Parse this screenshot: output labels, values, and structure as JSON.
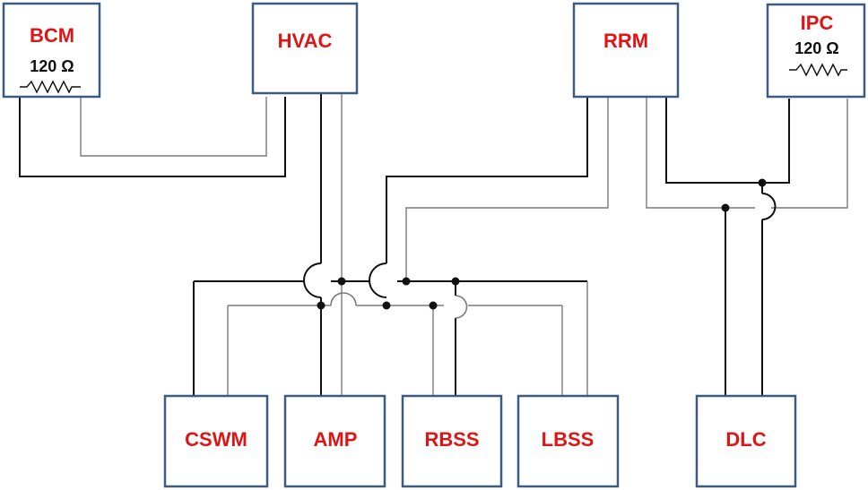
{
  "diagram": {
    "modules": {
      "bcm": "BCM",
      "hvac": "HVAC",
      "rrm": "RRM",
      "ipc": "IPC",
      "cswm": "CSWM",
      "amp": "AMP",
      "rbss": "RBSS",
      "lbss": "LBSS",
      "dlc": "DLC"
    },
    "resistors": {
      "bcm": "120 Ω",
      "ipc": "120 Ω"
    }
  }
}
